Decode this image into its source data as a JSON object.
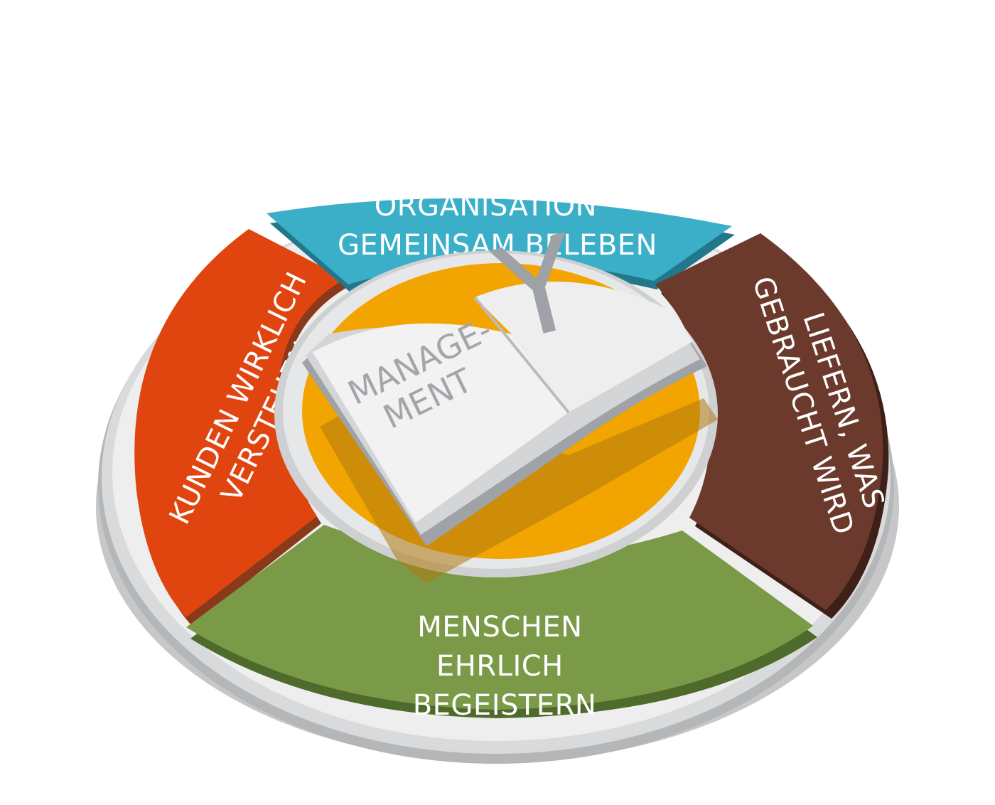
{
  "segments": {
    "top": {
      "lines": [
        "ORGANISATION",
        "GEMEINSAM BELEBEN"
      ],
      "color": "#3bafc7"
    },
    "right": {
      "lines": [
        "LIEFERN, WAS",
        "GEBRAUCHT WIRD"
      ],
      "color": "#6b3a2c"
    },
    "bottom": {
      "lines": [
        "MENSCHEN",
        "EHRLICH",
        "BEGEISTERN"
      ],
      "color": "#7a9a48"
    },
    "left": {
      "lines": [
        "KUNDEN WIRKLICH",
        "VERSTEHEN"
      ],
      "color": "#e04510"
    }
  },
  "center": {
    "color": "#f2a500",
    "book": {
      "left_page_lines": [
        "MANAGE-",
        "MENT"
      ],
      "right_page_letter": "Y"
    }
  },
  "colors": {
    "rim": "#d9dadb",
    "rim_edge": "#b4b6b8",
    "shadow": "#c6c7c9"
  }
}
